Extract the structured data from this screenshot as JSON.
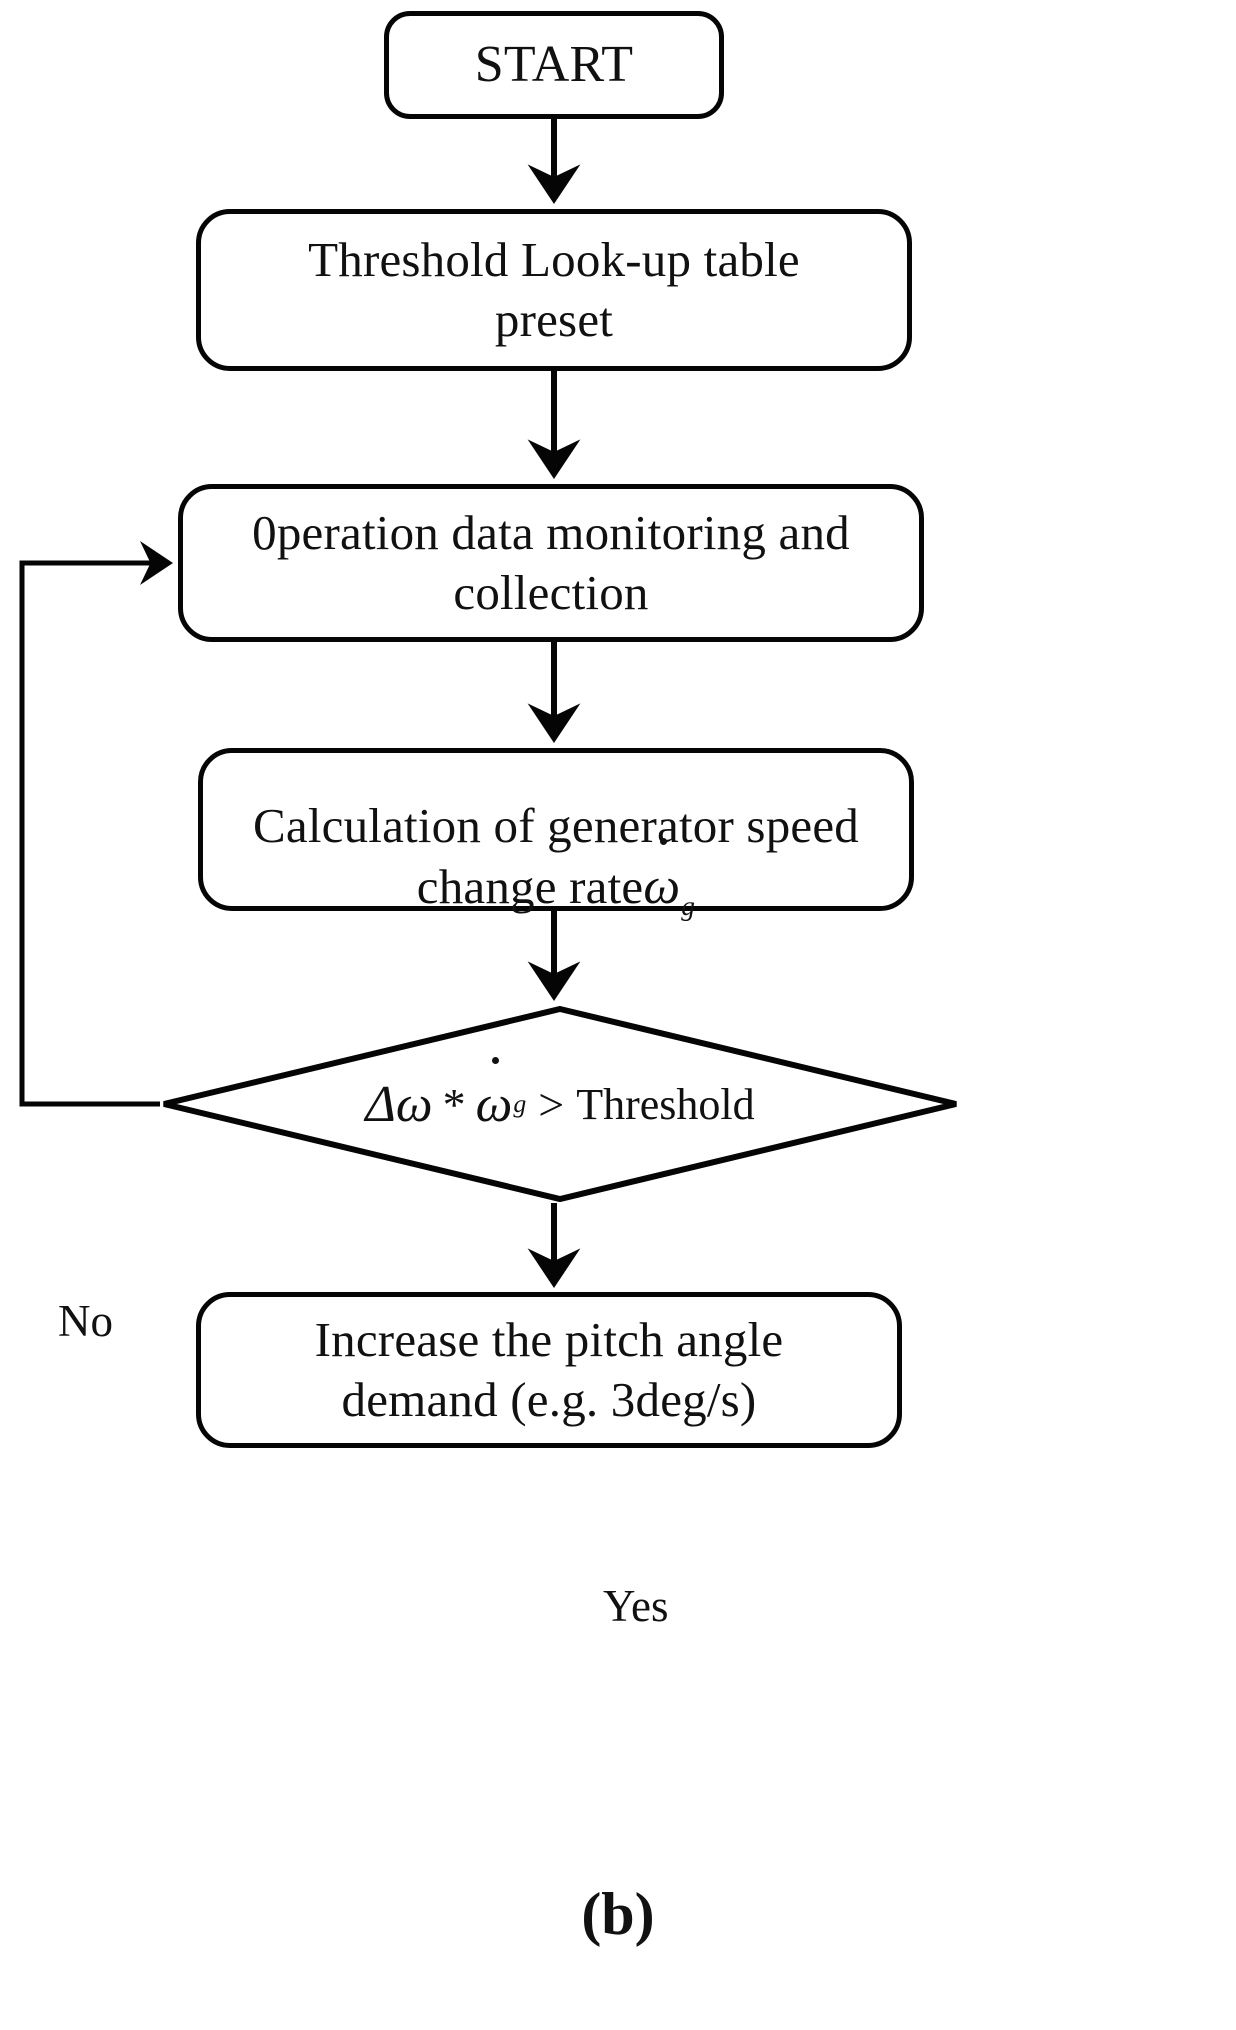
{
  "figure": {
    "caption": "(b)",
    "type": "flowchart",
    "line_color": "#050505",
    "text_color": "#111111",
    "background": "#ffffff"
  },
  "nodes": {
    "start": {
      "label": "START",
      "shape": "rounded-rectangle"
    },
    "threshold_preset": {
      "label": "Threshold Look-up table\npreset",
      "shape": "rounded-rectangle"
    },
    "monitoring": {
      "label": "0peration data monitoring  and\ncollection",
      "shape": "rounded-rectangle"
    },
    "calculation": {
      "label": "Calculation of generator speed\nchange rate",
      "symbol": "ω",
      "symbol_subscript": "g",
      "shape": "rounded-rectangle"
    },
    "decision": {
      "shape": "diamond",
      "expr_delta": "Δω",
      "expr_times": "*",
      "expr_omega_dot": "ω",
      "expr_omega_sub": "g",
      "expr_gt": ">",
      "expr_threshold": "Threshold"
    },
    "increase_pitch": {
      "label": "Increase the pitch angle\ndemand (e.g. 3deg/s)",
      "shape": "rounded-rectangle"
    }
  },
  "branches": {
    "no_label": "No",
    "yes_label": "Yes"
  },
  "edges": [
    {
      "from": "start",
      "to": "threshold_preset",
      "label": ""
    },
    {
      "from": "threshold_preset",
      "to": "monitoring",
      "label": ""
    },
    {
      "from": "monitoring",
      "to": "calculation",
      "label": ""
    },
    {
      "from": "calculation",
      "to": "decision",
      "label": ""
    },
    {
      "from": "decision",
      "to": "monitoring",
      "label": "No"
    },
    {
      "from": "decision",
      "to": "increase_pitch",
      "label": "Yes"
    }
  ]
}
